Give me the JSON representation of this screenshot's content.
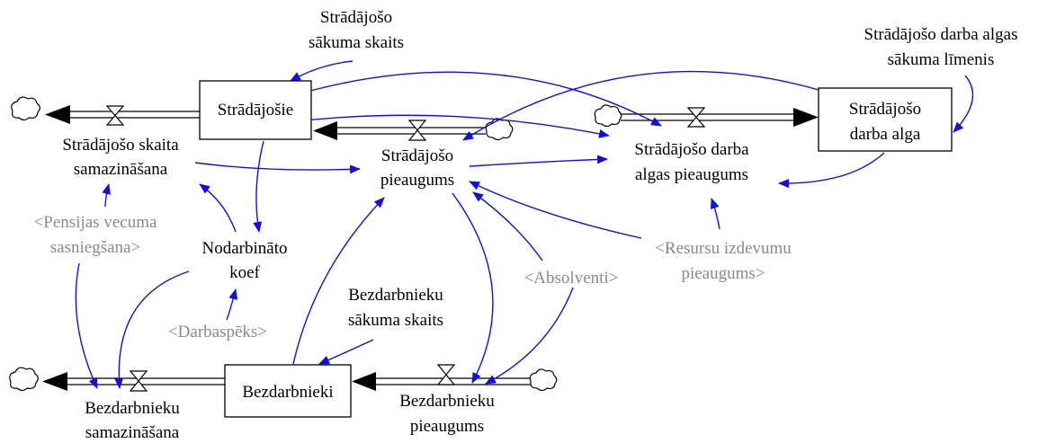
{
  "colors": {
    "link": "#1010e0",
    "shadow_text": "#8a8a8a",
    "text": "#000000"
  },
  "stocks": {
    "stradajosie": "Strādājošie",
    "darba_alga": [
      "Strādājošo",
      "darba alga"
    ],
    "bezdarbnieki": "Bezdarbnieki"
  },
  "flows": {
    "stradajoso_samazinasana": [
      "Strādājošo skaita",
      "samazināšana"
    ],
    "stradajoso_pieaugums": [
      "Strādājošo",
      "pieaugums"
    ],
    "algas_pieaugums": [
      "Strādājošo darba",
      "algas pieaugums"
    ],
    "bezdarbnieku_samazinasana": [
      "Bezdarbnieku",
      "samazināšana"
    ],
    "bezdarbnieku_pieaugums": [
      "Bezdarbnieku",
      "pieaugums"
    ]
  },
  "auxiliaries": {
    "stradajoso_sakuma_skaits": [
      "Strādājošo",
      "sākuma skaits"
    ],
    "algas_sakuma_limenis": [
      "Strādājošo darba algas",
      "sākuma līmenis"
    ],
    "nodarbinato_koef": [
      "Nodarbināto",
      "koef"
    ],
    "bezdarbnieku_sakuma_skaits": [
      "Bezdarbnieku",
      "sākuma skaits"
    ]
  },
  "shadow_variables": {
    "pensijas": [
      "<Pensijas vecuma",
      "sasniegšana>"
    ],
    "resursu": [
      "<Resursu izdevumu",
      "pieaugums>"
    ],
    "absolventi": "<Absolventi>",
    "darbaspeks": "<Darbaspēks>"
  }
}
